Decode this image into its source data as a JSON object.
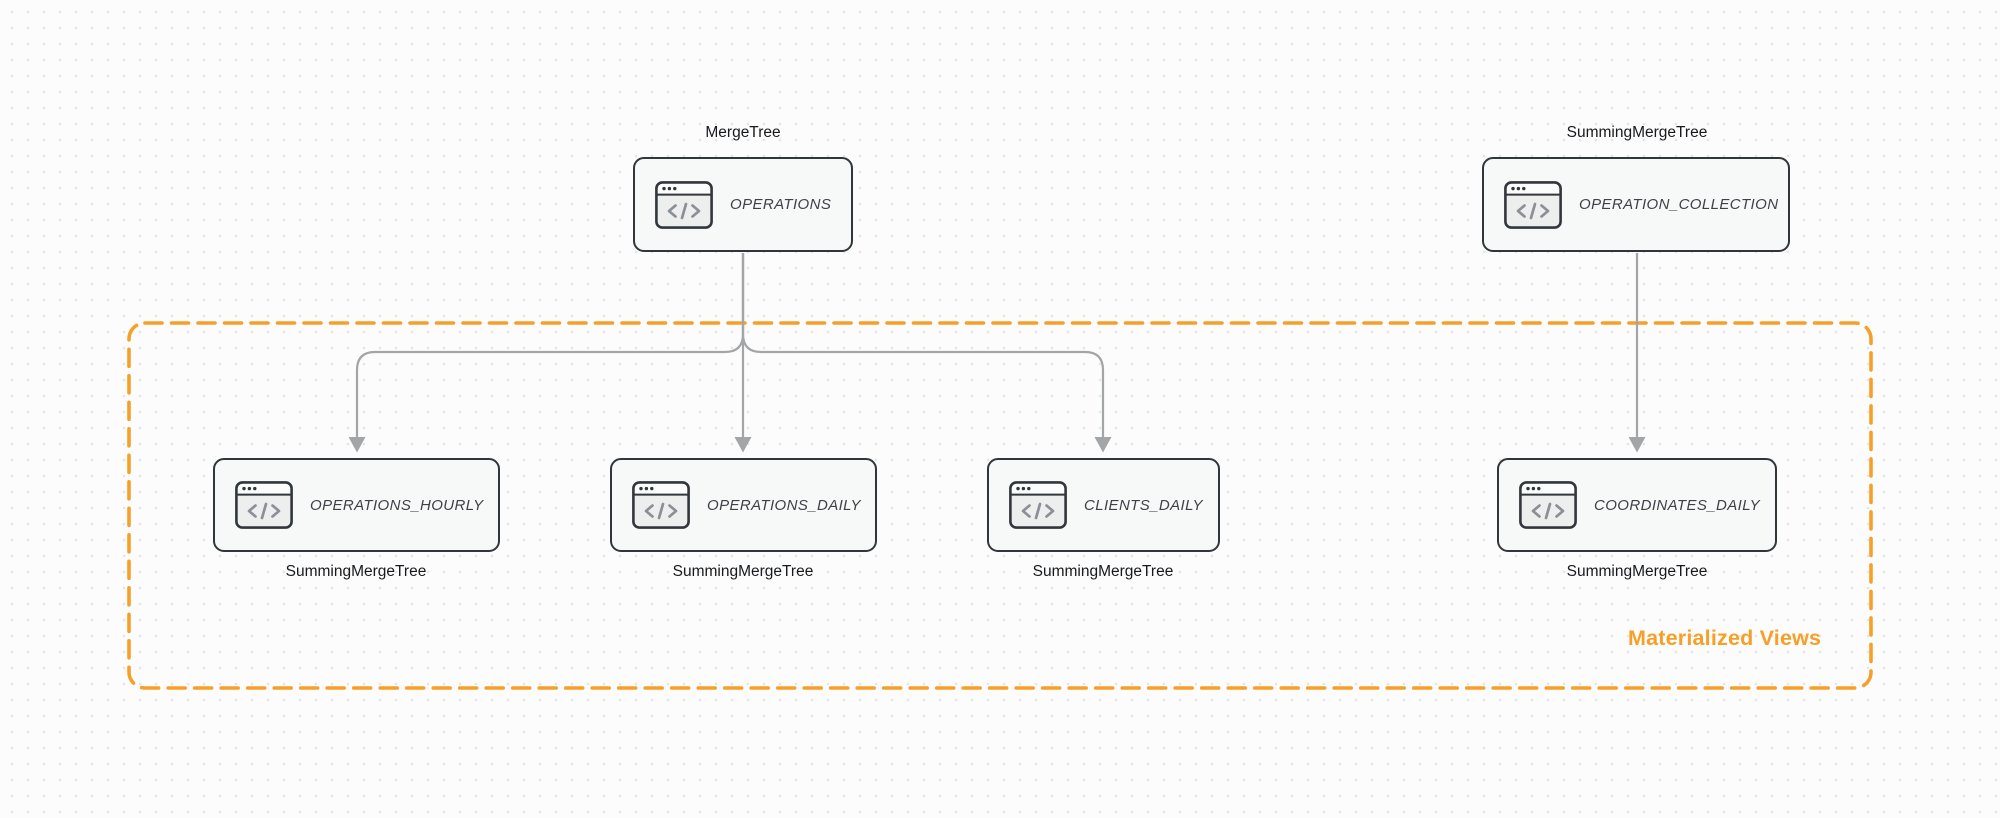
{
  "diagram": {
    "group": {
      "label": "Materialized Views"
    },
    "colors": {
      "accent_orange": "#F6A029",
      "edge_gray": "#A3A5A7",
      "node_border": "#31363B",
      "node_fill": "#F7F8F8",
      "node_title_text": "#3E4247",
      "engine_label_text": "#17191C",
      "canvas_dot": "#E4E5E6"
    },
    "icons": {
      "node_icon": "code-window-icon"
    },
    "nodes": [
      {
        "id": "operations",
        "title": "OPERATIONS",
        "engine": "MergeTree",
        "engine_label_position": "above"
      },
      {
        "id": "operation_collection",
        "title": "OPERATION_COLLECTION",
        "engine": "SummingMergeTree",
        "engine_label_position": "above"
      },
      {
        "id": "operations_hourly",
        "title": "OPERATIONS_HOURLY",
        "engine": "SummingMergeTree",
        "engine_label_position": "below"
      },
      {
        "id": "operations_daily",
        "title": "OPERATIONS_DAILY",
        "engine": "SummingMergeTree",
        "engine_label_position": "below"
      },
      {
        "id": "clients_daily",
        "title": "CLIENTS_DAILY",
        "engine": "SummingMergeTree",
        "engine_label_position": "below"
      },
      {
        "id": "coordinates_daily",
        "title": "COORDINATES_DAILY",
        "engine": "SummingMergeTree",
        "engine_label_position": "below"
      }
    ],
    "edges": [
      {
        "from": "operations",
        "to": "operations_hourly"
      },
      {
        "from": "operations",
        "to": "operations_daily"
      },
      {
        "from": "operations",
        "to": "clients_daily"
      },
      {
        "from": "operation_collection",
        "to": "coordinates_daily"
      }
    ]
  }
}
